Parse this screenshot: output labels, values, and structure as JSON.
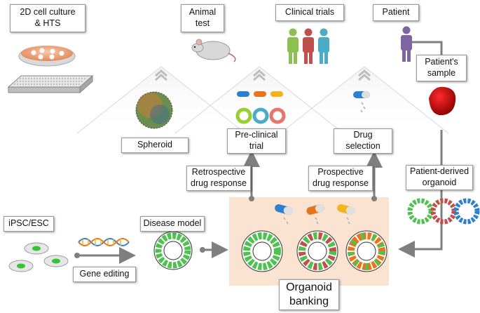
{
  "stages": {
    "cell_culture_line1": "2D cell culture",
    "cell_culture_line2": "& HTS",
    "animal_line1": "Animal",
    "animal_line2": "test",
    "clinical": "Clinical trials",
    "patient": "Patient"
  },
  "labels": {
    "spheroid": "Spheroid",
    "preclinical_line1": "Pre-clinical",
    "preclinical_line2": "trial",
    "drug_line1": "Drug",
    "drug_line2": "selection",
    "patient_sample_line1": "Patient's",
    "patient_sample_line2": "sample",
    "retro_line1": "Retrospective",
    "retro_line2": "drug response",
    "prosp_line1": "Prospective",
    "prosp_line2": "drug response",
    "patient_derived_line1": "Patient-derived",
    "patient_derived_line2": "organoid",
    "ipsc": "iPSC/ESC",
    "gene_editing": "Gene editing",
    "disease_model": "Disease model",
    "banking_line1": "Organoid",
    "banking_line2": "banking"
  },
  "colors": {
    "panel_bg": "#fbe3d2",
    "person_green": "#8cc152",
    "person_red": "#c0504d",
    "person_teal": "#4aacc6",
    "patient_purple": "#8064a2",
    "sample_red": "#c00000",
    "cell_green": "#4ec24e",
    "capsule_blue": "#2f7fd1",
    "capsule_orange": "#e8741c",
    "capsule_yellow": "#f2b51b"
  }
}
